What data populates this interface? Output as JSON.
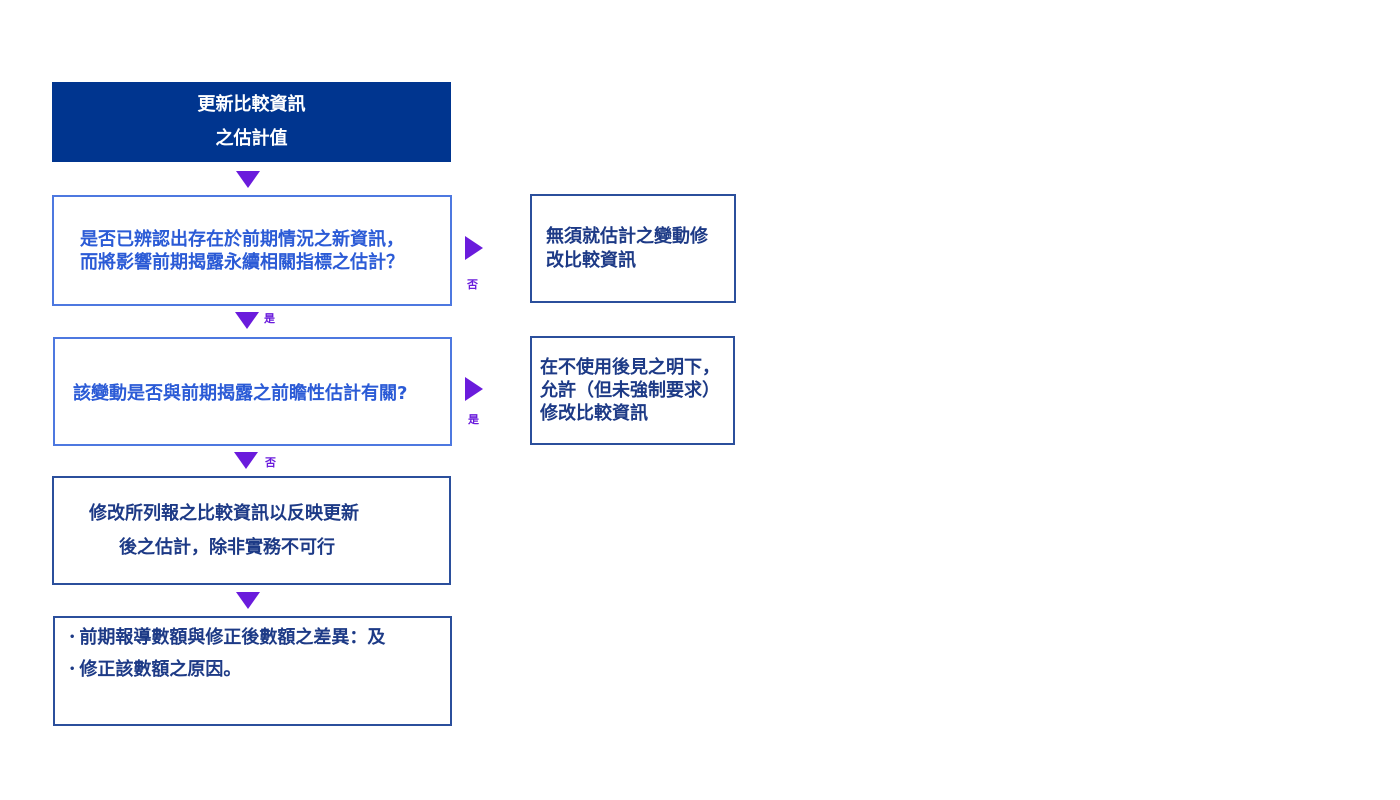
{
  "header": {
    "line1": "更新比較資訊",
    "line2": "之估計值"
  },
  "q1": {
    "line1": "是否已辨認出存在於前期情況之新資訊，",
    "line2": "而將影響前期揭露永續相關指標之估計？"
  },
  "q2": {
    "text": "該變動是否與前期揭露之前瞻性估計有關?"
  },
  "a1": {
    "line1": "無須就估計之變動修",
    "line2": "改比較資訊"
  },
  "a2": {
    "line1": "在不使用後見之明下，",
    "line2": "允許（但未強制要求）",
    "line3": "修改比較資訊"
  },
  "a3": {
    "line1": "修改所列報之比較資訊以反映更新",
    "line2": "後之估計，除非實務不可行"
  },
  "disclose": {
    "title": "揭露:",
    "items": [
      "前期報導數額與修正後數額之差異：及",
      "修正該數額之原因。"
    ]
  },
  "labels": {
    "q1_no": "否",
    "q1_yes": "是",
    "q2_yes": "是",
    "q2_no": "否"
  },
  "colors": {
    "header": "#00358f",
    "arrow": "#6a1bdc",
    "question_text": "#2b5bd6",
    "box_text": "#1d3a86"
  }
}
